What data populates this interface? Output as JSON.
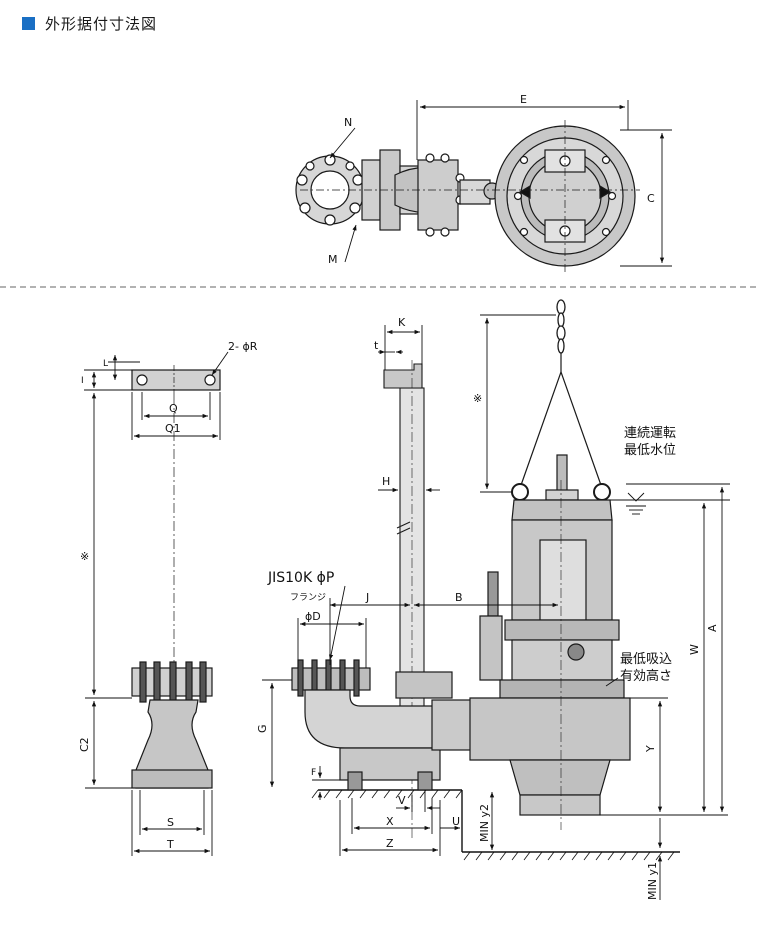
{
  "title": "外形据付寸法図",
  "colors": {
    "accent": "#1a6fc4",
    "line": "#1a1a1a",
    "fill": "#cfcfcf",
    "dark_fill": "#8a8a8a"
  },
  "labels": {
    "E": "E",
    "C_top": "C",
    "N": "N",
    "M": "M",
    "two_phi_R": "2- ϕR",
    "L": "L",
    "I": "I",
    "Q": "Q",
    "Q1": "Q1",
    "asterisk_left": "※",
    "C2": "C2",
    "S": "S",
    "T": "T",
    "K": "K",
    "t": "t",
    "H": "H",
    "asterisk_mid": "※",
    "jis": "JIS10K ϕP",
    "flange": "フランジ",
    "phi_D": "ϕD",
    "J": "J",
    "B": "B",
    "G": "G",
    "F": "F",
    "V": "V",
    "X": "X",
    "Z": "Z",
    "U": "U",
    "min_y2": "MIN y2",
    "min_y1": "MIN y1",
    "continuous_run_1": "連続運転",
    "continuous_run_2": "最低水位",
    "min_suction_1": "最低吸込",
    "min_suction_2": "有効高さ",
    "A": "A",
    "W": "W",
    "Y": "Y"
  }
}
